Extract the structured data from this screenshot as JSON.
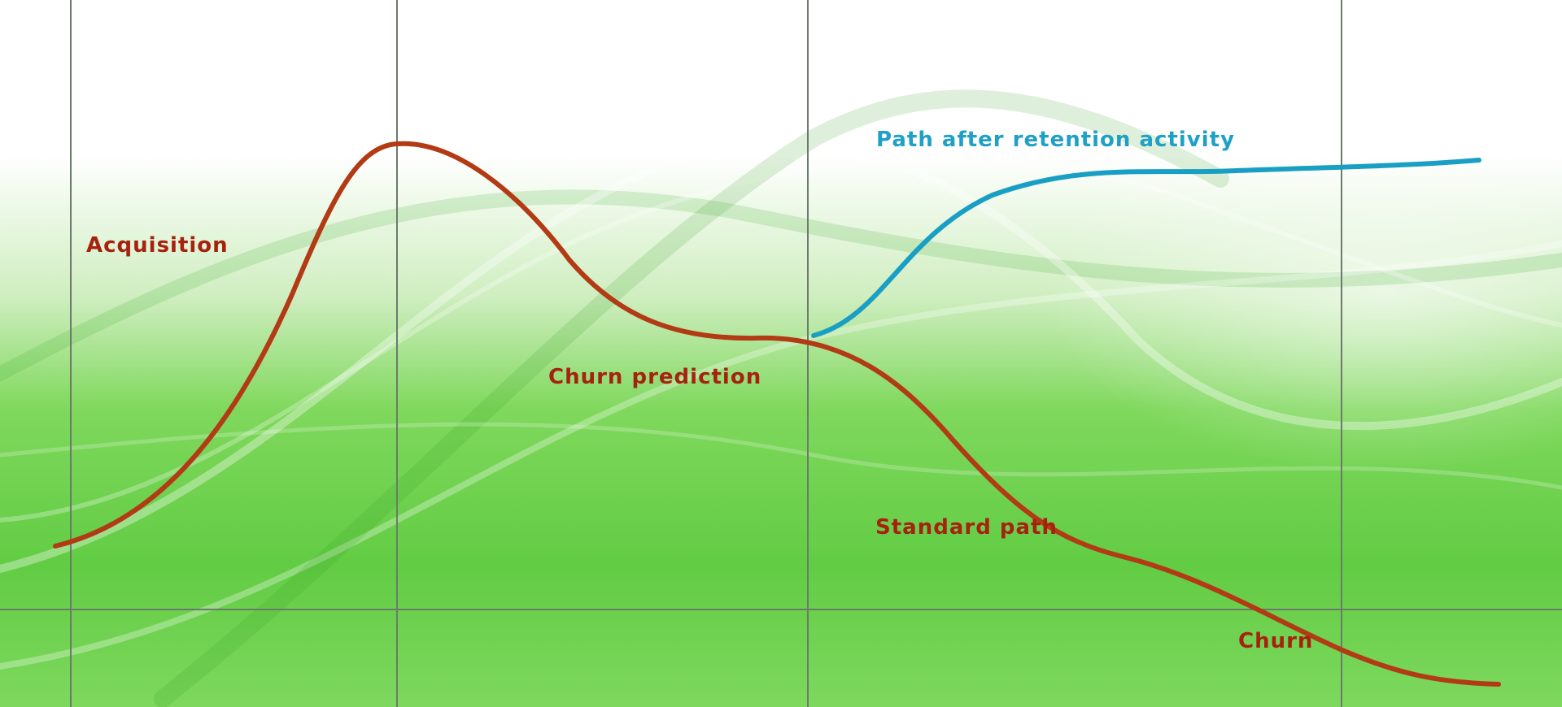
{
  "labels": {
    "acquisition": "Acquisition",
    "churn_prediction": "Churn prediction",
    "retention_path": "Path after retention activity",
    "standard_path": "Standard path",
    "churn": "Churn"
  },
  "colors": {
    "standard_path": "#b23a14",
    "retention_path": "#1a9fc4",
    "label_red": "#a6220f",
    "label_blue": "#1fa0c6",
    "grid": "#6b7a6b",
    "background_green": "#5fcf45",
    "background_light": "#ffffff"
  }
}
